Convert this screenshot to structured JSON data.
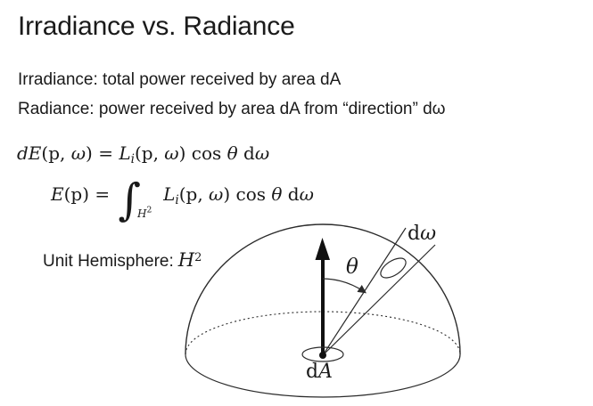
{
  "slide": {
    "title": "Irradiance vs. Radiance",
    "bullets": [
      "Irradiance: total power received by area dA",
      "Radiance: power received by area dA from “direction” dω"
    ],
    "unit_hemisphere": {
      "label": "Unit Hemisphere:",
      "symbol": "H",
      "exponent": "2"
    }
  },
  "formulas": {
    "differential": [
      {
        "t": "dE",
        "c": "it"
      },
      {
        "t": "(p, ",
        "c": "rm"
      },
      {
        "t": "ω",
        "c": "it"
      },
      {
        "t": ") = ",
        "c": "rm"
      },
      {
        "t": "L",
        "c": "it"
      },
      {
        "t": "i",
        "c": "sub"
      },
      {
        "t": "(p, ",
        "c": "rm"
      },
      {
        "t": "ω",
        "c": "it"
      },
      {
        "t": ") cos ",
        "c": "rm"
      },
      {
        "t": "θ",
        "c": "it"
      },
      {
        "t": " d",
        "c": "rm"
      },
      {
        "t": "ω",
        "c": "it"
      }
    ],
    "integral": [
      {
        "t": "E",
        "c": "it"
      },
      {
        "t": "(p) = ",
        "c": "rm"
      },
      {
        "t": "∫",
        "c": "int"
      },
      {
        "t": "H",
        "c": "subH"
      },
      {
        "t": "2",
        "c": "subHsup"
      },
      {
        "t": "  ",
        "c": "rm"
      },
      {
        "t": "L",
        "c": "it"
      },
      {
        "t": "i",
        "c": "sub"
      },
      {
        "t": "(p, ",
        "c": "rm"
      },
      {
        "t": "ω",
        "c": "it"
      },
      {
        "t": ") cos ",
        "c": "rm"
      },
      {
        "t": "θ",
        "c": "it"
      },
      {
        "t": " d",
        "c": "rm"
      },
      {
        "t": "ω",
        "c": "it"
      }
    ]
  },
  "diagram": {
    "labels": {
      "solid_angle_d": "d",
      "solid_angle_omega": "ω",
      "theta": "θ",
      "area_d": "d",
      "area_A": "A"
    }
  },
  "colors": {
    "text": "#1a1a1a",
    "line": "#2b2b2b"
  }
}
